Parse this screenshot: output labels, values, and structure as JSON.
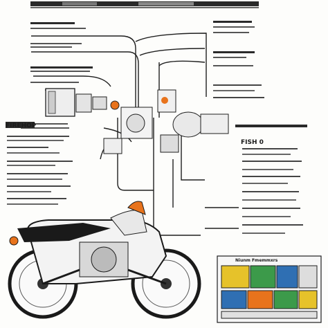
{
  "labels": {
    "left_heading": "FIREHOP",
    "right_heading": "FISH 0",
    "panel_heading": "Niunm Fmemmxrs"
  },
  "colors": {
    "ink": "#1e1e1e",
    "accent_orange": "#e8731c",
    "accent_green": "#3c9a4a",
    "accent_blue": "#2f6fb3",
    "accent_yellow": "#e6c22a",
    "paper": "#fdfdfb"
  },
  "icons": {
    "motorcycle": "motorcycle-illustration",
    "engine": "engine-illustration",
    "components": "electrical-component-illustration"
  }
}
